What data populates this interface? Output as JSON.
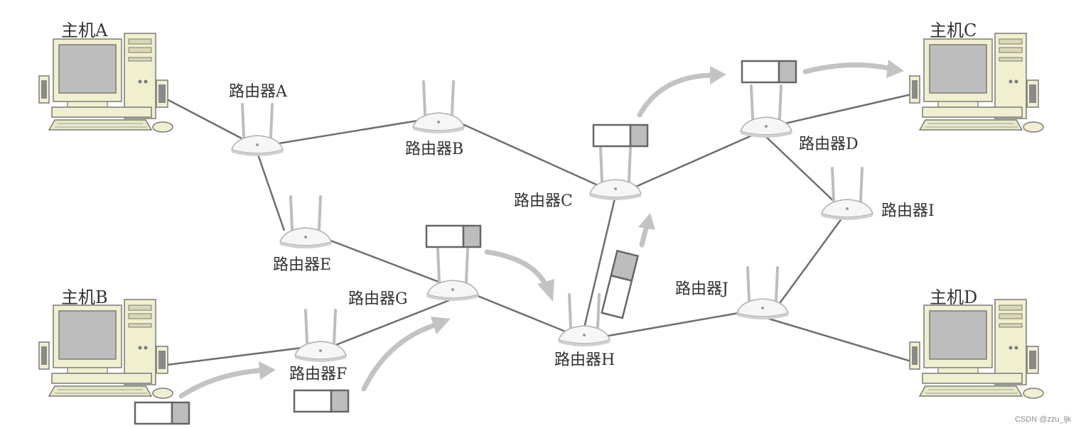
{
  "hosts": [
    {
      "id": "A",
      "label": "主机A"
    },
    {
      "id": "B",
      "label": "主机B"
    },
    {
      "id": "C",
      "label": "主机C"
    },
    {
      "id": "D",
      "label": "主机D"
    }
  ],
  "routers": [
    {
      "id": "A",
      "label": "路由器A"
    },
    {
      "id": "B",
      "label": "路由器B"
    },
    {
      "id": "C",
      "label": "路由器C"
    },
    {
      "id": "D",
      "label": "路由器D"
    },
    {
      "id": "E",
      "label": "路由器E"
    },
    {
      "id": "F",
      "label": "路由器F"
    },
    {
      "id": "G",
      "label": "路由器G"
    },
    {
      "id": "H",
      "label": "路由器H"
    },
    {
      "id": "I",
      "label": "路由器I"
    },
    {
      "id": "J",
      "label": "路由器J"
    }
  ],
  "links": [
    [
      "host-A",
      "router-A"
    ],
    [
      "router-A",
      "router-B"
    ],
    [
      "router-A",
      "router-E"
    ],
    [
      "router-B",
      "router-C"
    ],
    [
      "router-E",
      "router-G"
    ],
    [
      "host-B",
      "router-F"
    ],
    [
      "router-F",
      "router-G"
    ],
    [
      "router-G",
      "router-H"
    ],
    [
      "router-H",
      "router-C"
    ],
    [
      "router-H",
      "router-J"
    ],
    [
      "router-C",
      "router-D"
    ],
    [
      "router-D",
      "host-C"
    ],
    [
      "router-D",
      "router-I"
    ],
    [
      "router-I",
      "router-J"
    ],
    [
      "router-J",
      "host-D"
    ]
  ],
  "packet_path": [
    "host-B",
    "router-F",
    "router-G",
    "router-H",
    "router-C",
    "host-C"
  ],
  "colors": {
    "link": "#6e6e6e",
    "flow_arrow": "#c3c3c3",
    "packet_fill": "#bdbdbd",
    "computer_body": "#f0efcf"
  },
  "watermark": "CSDN @zzu_ljk"
}
